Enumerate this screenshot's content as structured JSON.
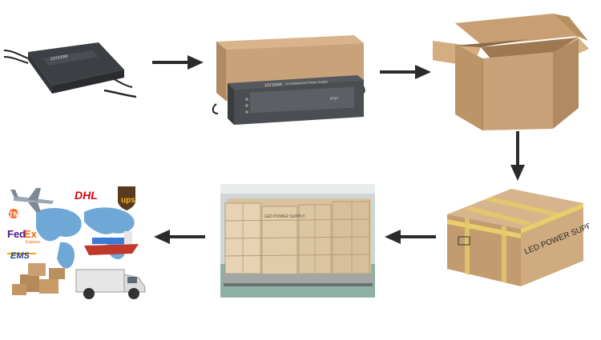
{
  "product": {
    "label_title": "12V100W",
    "label_sub": "Led Waterproof Power Supply",
    "ip_rating": "IP67"
  },
  "case_label": "LED POWER SUPPLY",
  "pallet_box_label": "LED POWER SUPPLY",
  "couriers": {
    "dhl": "DHL",
    "ups": "ups",
    "tnt": "TNT",
    "fedex_fed": "Fed",
    "fedex_ex": "Ex",
    "fedex_sub": "Express",
    "ems": "EMS"
  },
  "colors": {
    "arrow": "#2b2b2b",
    "cardboard": "#c8a37a",
    "cardboard_dark": "#a9825a",
    "dhl": "#d40511",
    "ups_brown": "#5a3a1e",
    "ups_gold": "#f5b80e",
    "fedex_purple": "#4d148c",
    "fedex_orange": "#ff6600",
    "map_blue": "#6fa8d6"
  }
}
